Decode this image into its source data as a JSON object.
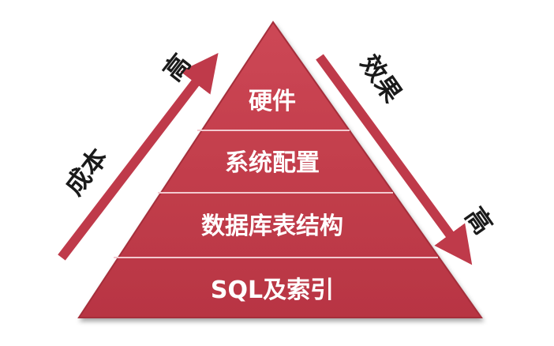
{
  "pyramid": {
    "levels": [
      {
        "label": "硬件"
      },
      {
        "label": "系统配置"
      },
      {
        "label": "数据库表结构"
      },
      {
        "label": "SQL及索引"
      }
    ]
  },
  "left_arrow": {
    "label": "成本",
    "end_label": "高"
  },
  "right_arrow": {
    "label": "效果",
    "end_label": "高"
  },
  "colors": {
    "pyramid_fill": "#c13c4a",
    "pyramid_top": "#cc4452",
    "divider": "#f2c9cf",
    "arrow": "#bf3a4a",
    "label_text": "#ffffff",
    "axis_text": "#1a1a1a"
  }
}
